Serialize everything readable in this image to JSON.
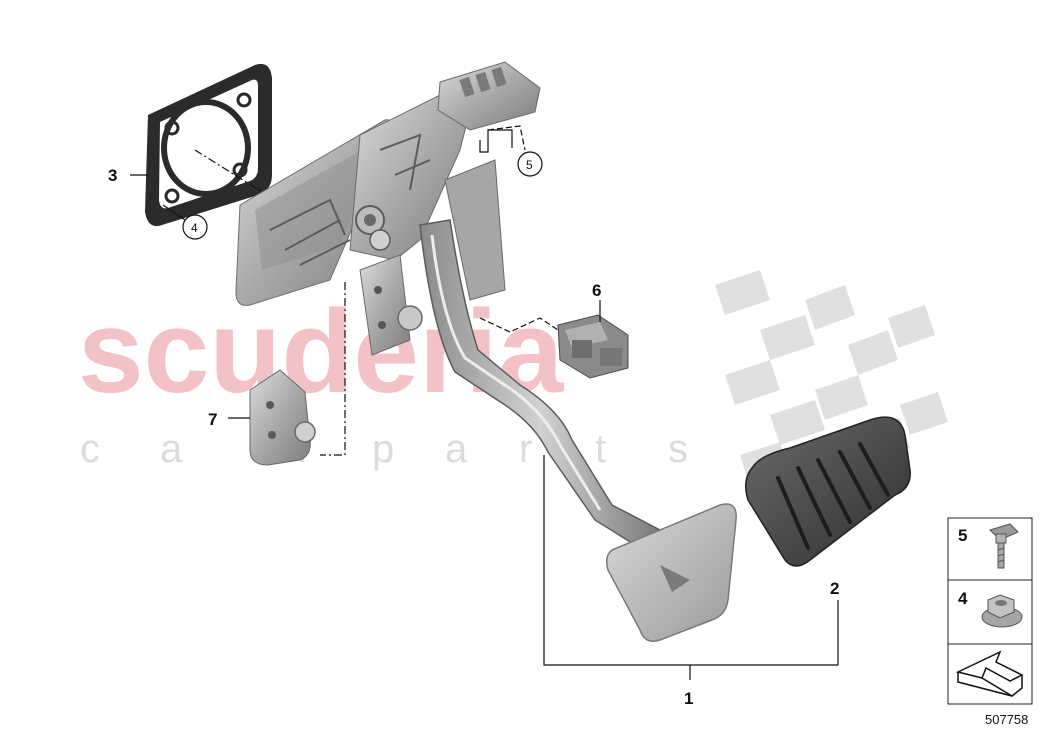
{
  "watermark": {
    "brand": "scuderia",
    "sub": [
      "c",
      "a",
      "r",
      "p",
      "a",
      "r",
      "t",
      "s"
    ]
  },
  "callouts": {
    "c1": "1",
    "c2": "2",
    "c3": "3",
    "c4": "4",
    "c5": "5",
    "c6": "6",
    "c7": "7"
  },
  "legend": {
    "items": [
      {
        "num": "5",
        "icon": "flange-bolt-icon"
      },
      {
        "num": "4",
        "icon": "flange-nut-icon"
      }
    ],
    "arrow_icon": "direction-arrow-icon"
  },
  "document_number": "507758"
}
